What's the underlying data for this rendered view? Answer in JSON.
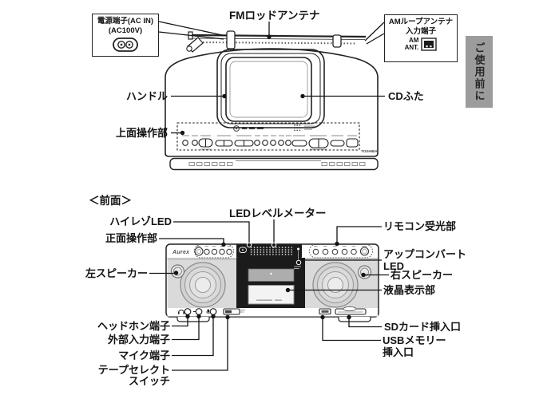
{
  "side_tab": {
    "label": "ご使用前に",
    "bg": "#9c9c9c"
  },
  "top_view": {
    "power_box": {
      "line1": "電源端子(AC IN)",
      "line2": "(AC100V)"
    },
    "fm_antenna": "FMロッドアンテナ",
    "am_box": {
      "line1": "AMループアンテナ",
      "line2": "入力端子",
      "jack_line1": "AM",
      "jack_line2": "ANT."
    },
    "handle": "ハンドル",
    "cd_lid": "CDふた",
    "top_controls": "上面操作部",
    "brand": "TOSHIBA"
  },
  "front_view": {
    "title": "＜前面＞",
    "brand": "Aurex",
    "hires_led": "ハイレゾLED",
    "front_controls": "正面操作部",
    "led_meter": "LEDレベルメーター",
    "remote_sensor": "リモコン受光部",
    "upconvert_line1": "アップコンバート",
    "upconvert_line2": "LED",
    "left_speaker": "左スピーカー",
    "right_speaker": "右スピーカー",
    "lcd": "液晶表示部",
    "headphone": "ヘッドホン端子",
    "aux_in": "外部入力端子",
    "mic": "マイク端子",
    "tape_select_line1": "テープセレクト",
    "tape_select_line2": "スイッチ",
    "sd_slot": "SDカード挿入口",
    "usb_line1": "USBメモリー",
    "usb_line2": "挿入口"
  },
  "colors": {
    "tab_bg": "#9c9c9c",
    "panel_black": "#1b1b1b",
    "leader": "#141414"
  }
}
